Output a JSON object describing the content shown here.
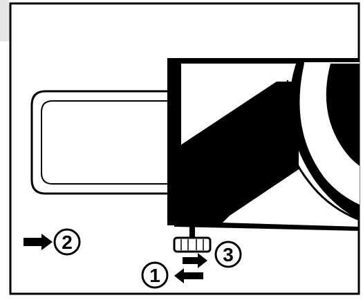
{
  "figure": {
    "type": "assembly-instruction-illustration",
    "colors": {
      "ink": "#000000",
      "paper": "#ffffff",
      "tab": "#e6e6e6"
    },
    "steps": [
      {
        "label": "1",
        "arrow_direction": "left"
      },
      {
        "label": "2",
        "arrow_direction": "right"
      },
      {
        "label": "3",
        "arrow_direction": "right"
      }
    ]
  }
}
